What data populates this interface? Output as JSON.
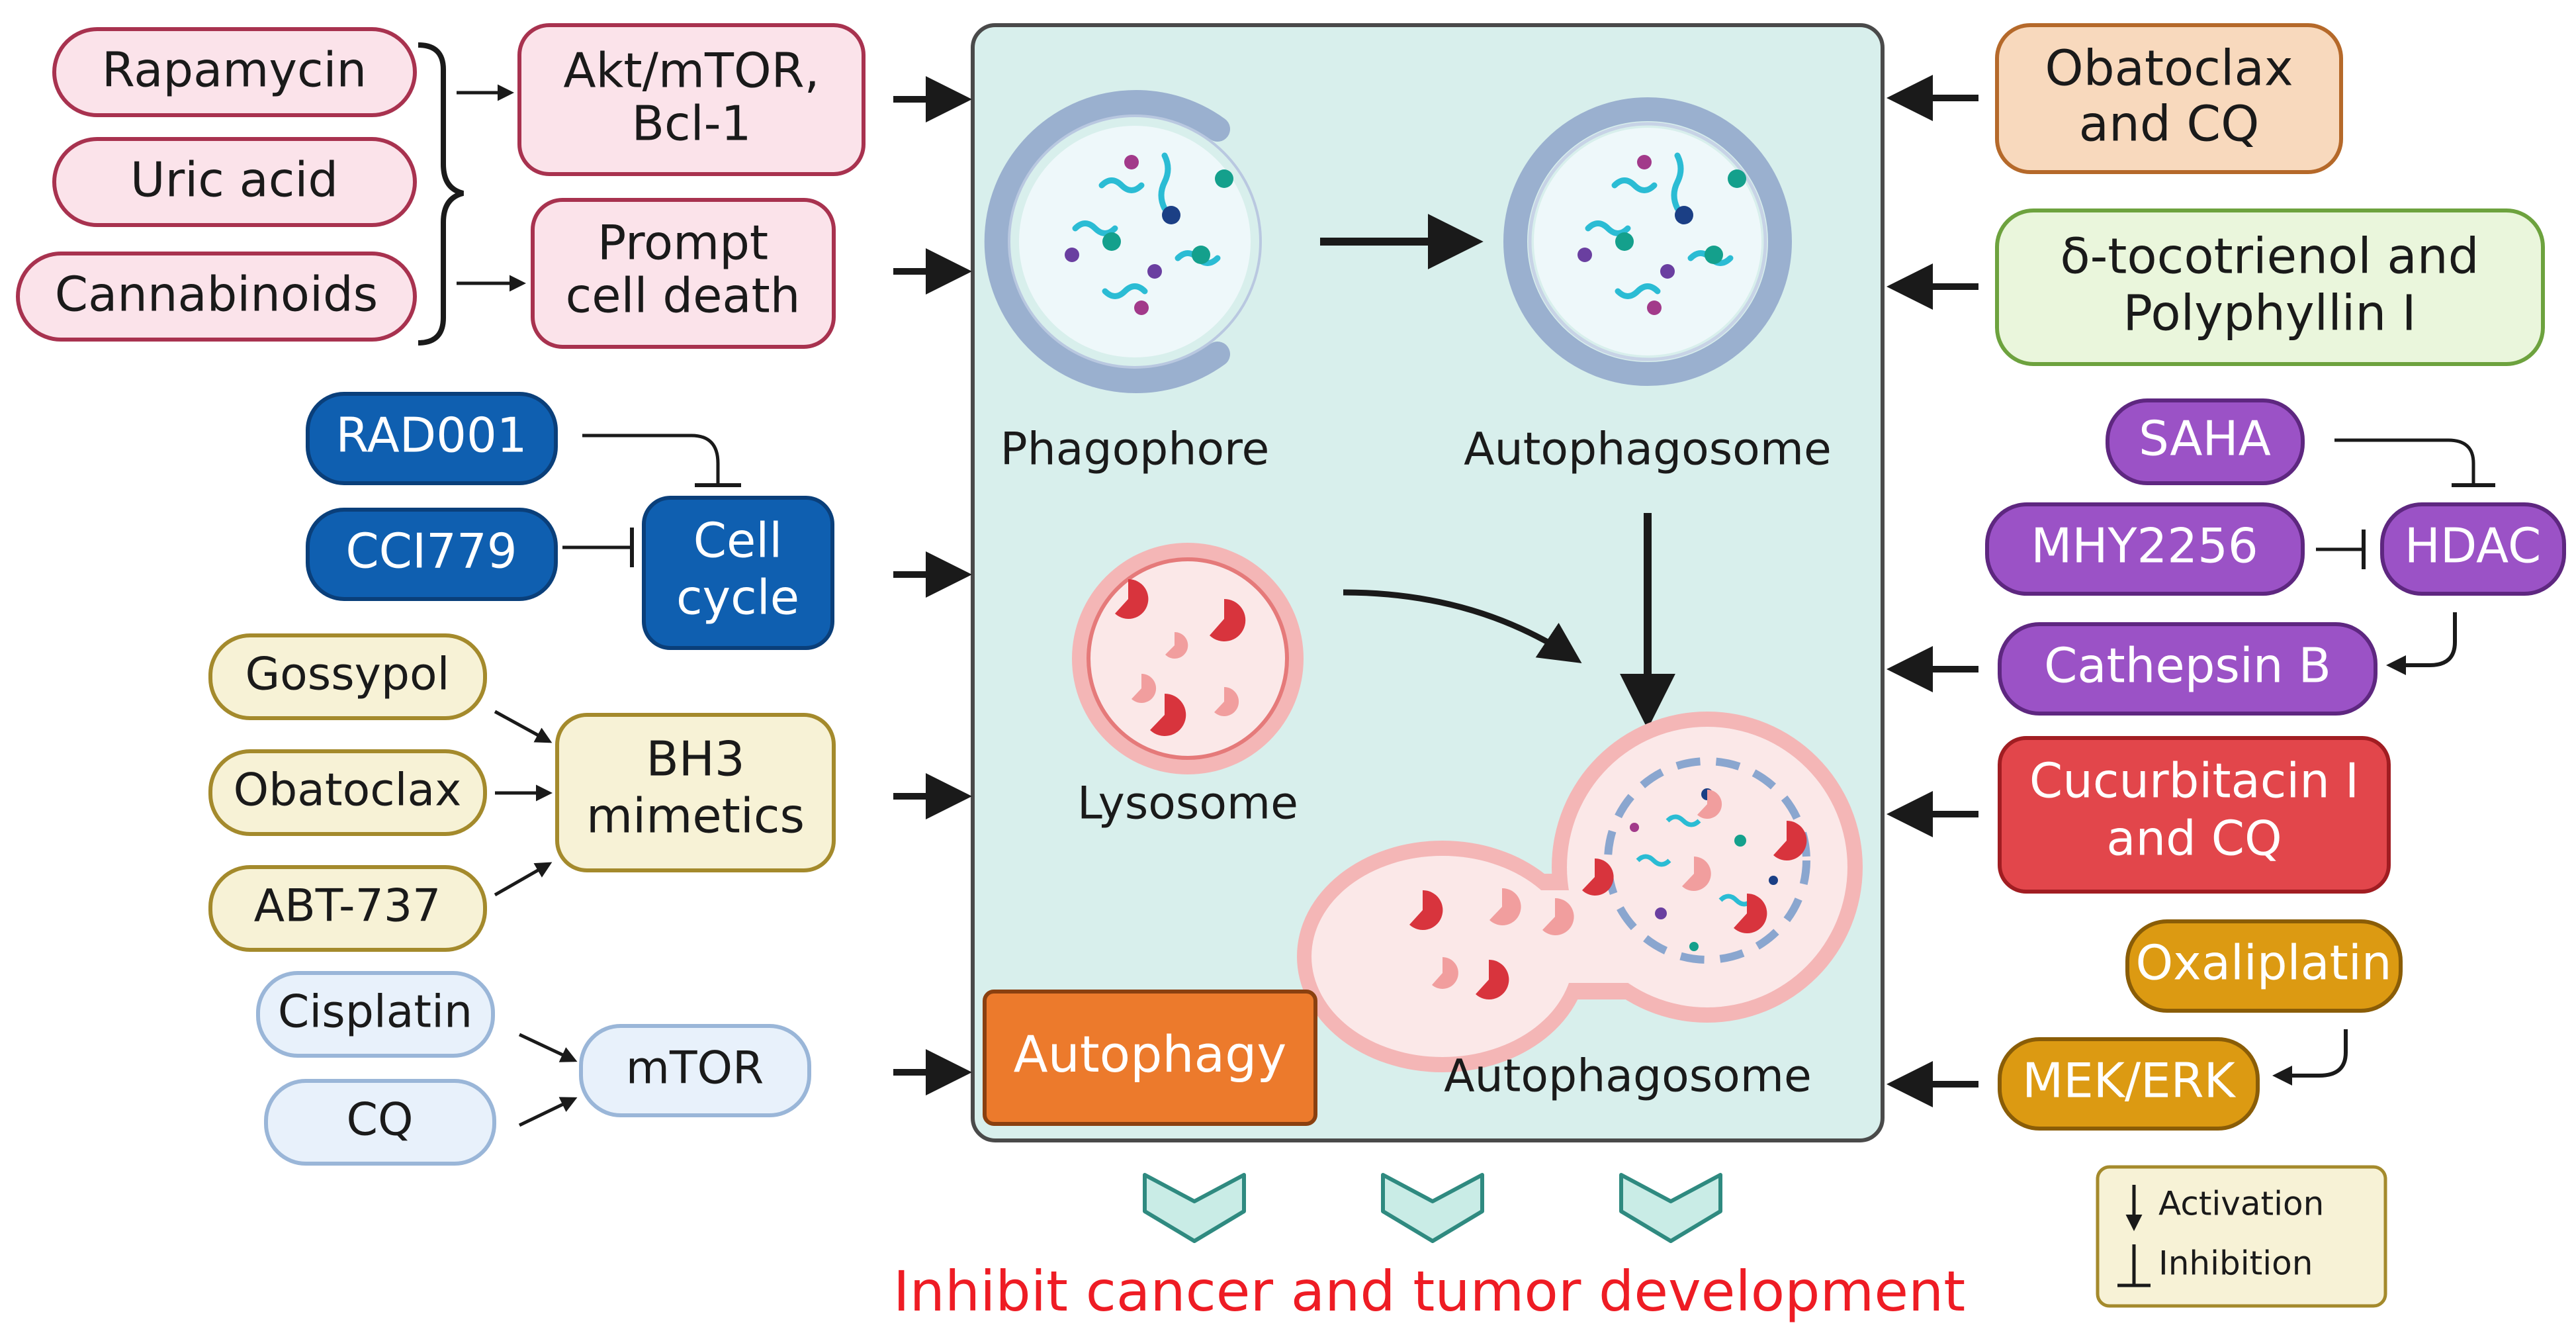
{
  "left_inputs": {
    "rapamycin": "Rapamycin",
    "uric_acid": "Uric acid",
    "cannabinoids": "Cannabinoids",
    "akt_mtor": [
      "Akt/mTOR,",
      "Bcl-1"
    ],
    "prompt_cell_death": [
      "Prompt",
      "cell death"
    ],
    "rad001": "RAD001",
    "cci779": "CCI779",
    "cell_cycle": [
      "Cell",
      "cycle"
    ],
    "gossypol": "Gossypol",
    "obatoclax": "Obatoclax",
    "abt737": "ABT-737",
    "bh3_mimetics": [
      "BH3",
      "mimetics"
    ],
    "cisplatin": "Cisplatin",
    "cq": "CQ",
    "mtor": "mTOR"
  },
  "center": {
    "phagophore": "Phagophore",
    "autophagosome_top": "Autophagosome",
    "lysosome": "Lysosome",
    "autophagosome_bottom": "Autophagosome",
    "autophagy": "Autophagy"
  },
  "right_inputs": {
    "obatoclax_cq": [
      "Obatoclax",
      "and CQ"
    ],
    "tocotrienol": [
      "δ-tocotrienol and",
      "Polyphyllin I"
    ],
    "saha": "SAHA",
    "mhy2256": "MHY2256",
    "hdac": "HDAC",
    "cathepsin_b": "Cathepsin B",
    "cucurbitacin": [
      "Cucurbitacin I",
      "and CQ"
    ],
    "oxaliplatin": "Oxaliplatin",
    "mek_erk": "MEK/ERK"
  },
  "legend": {
    "activation": "Activation",
    "inhibition": "Inhibition"
  },
  "outcome": "Inhibit cancer and tumor development",
  "colors": {
    "pink_fill": "#fbe3ea",
    "pink_stroke": "#a8324f",
    "blue_fill": "#0f5fb0",
    "blue_stroke": "#0a3f7a",
    "yellow_fill": "#f7f2d6",
    "yellow_stroke": "#a48a2c",
    "light_blue_fill": "#e8f1fb",
    "light_blue_stroke": "#9ab6d8",
    "orange_fill": "#f8d9bd",
    "orange_stroke": "#b5692a",
    "green_fill": "#eaf6dc",
    "green_stroke": "#6da23e",
    "purple_fill": "#9b52c6",
    "purple_stroke": "#5e2780",
    "red_fill": "#e2464b",
    "red_stroke": "#a11d22",
    "gold_fill": "#dc9a12",
    "gold_stroke": "#8a5d07",
    "center_bg": "#d8efec",
    "autophagy_box": "#ec7a2c",
    "outcome_text": "#ee1c24",
    "chevron": "#c9ece6"
  }
}
